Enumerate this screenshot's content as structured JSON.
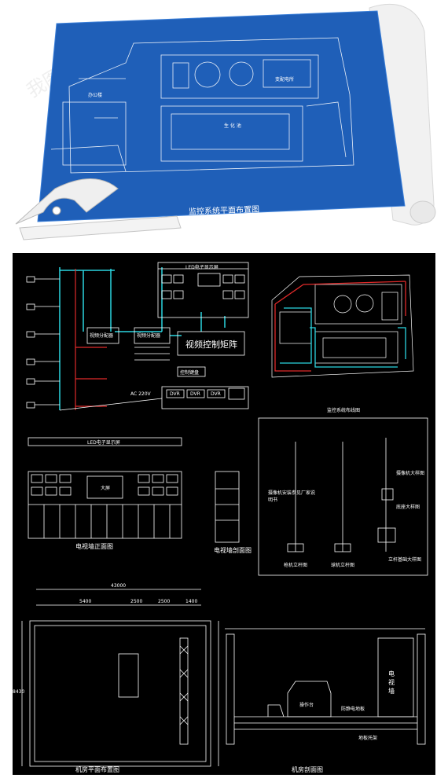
{
  "blueprint": {
    "title": "监控系统平面布置图",
    "labels": {
      "parking": "生  化  池",
      "room_a": "办公楼",
      "room_b": "变配电所"
    }
  },
  "cad_sheet": {
    "top_left": {
      "matrix_label": "视频控制矩阵",
      "distributor": "视频分配器",
      "splitter": "视频分配器",
      "keyboard": "控制键盘",
      "dvr": [
        "DVR",
        "DVR",
        "DVR"
      ],
      "power_label": "AC 220V",
      "led_label": "LED电子显示屏"
    },
    "top_right": {
      "caption": "监控系统布线图"
    },
    "middle_left": {
      "led_bar": "LED电子显示屏",
      "caption": "电视墙正面图",
      "screen_center": "大屏"
    },
    "middle_center": {
      "caption": "电视墙剖面图"
    },
    "middle_right": {
      "notes": "摄像机安装参见厂家说明书",
      "cap1": "枪机立杆图",
      "cap2": "球机立杆图",
      "cap3": "摄像机大样图",
      "cap4": "底座大样图",
      "cap5": "立杆基础大样图"
    },
    "bottom_left": {
      "dim_total": "43000",
      "dim_a": "5400",
      "dim_b": "2500",
      "dim_c": "2500",
      "dim_d": "1400",
      "dim_side": "8430",
      "caption": "机房平面布置图"
    },
    "bottom_right": {
      "tv_wall": "电视墙",
      "console": "操作台",
      "floor": "防静电地板",
      "floor_support": "地板托架",
      "caption": "机房剖面图"
    }
  },
  "colors": {
    "blueprint_blue": "#1f5fb8",
    "cad_cyan": "#2bd5e0",
    "cad_red": "#e02a2a",
    "cad_white": "#ffffff"
  }
}
